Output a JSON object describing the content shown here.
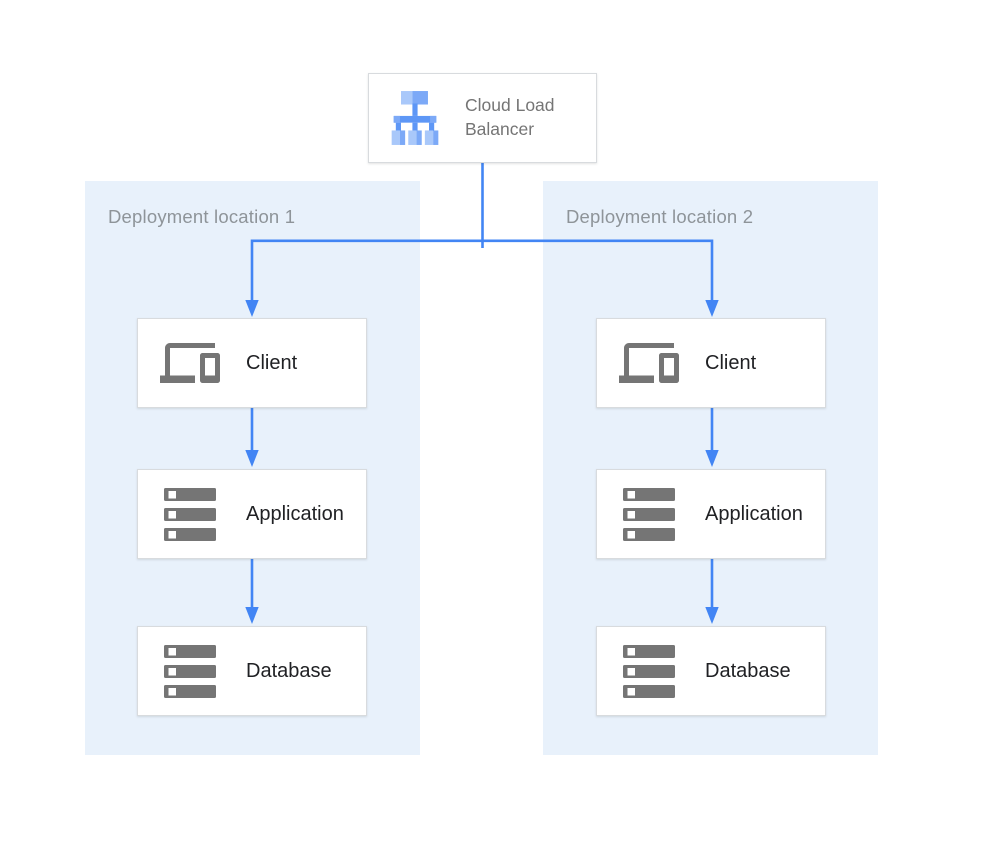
{
  "theme": {
    "zone_bg": "#E8F1FB",
    "arrow_blue": "#4285F4",
    "node_border": "#D8DBDE",
    "node_label_color": "#202124",
    "lb_label_color": "#757575",
    "zone_label_color": "#8E9499",
    "icon_gray": "#757575",
    "lb_icon_light": "#A9C8FA",
    "lb_icon_mid": "#7CA9F7",
    "lb_icon_dark": "#5E97F6"
  },
  "load_balancer": {
    "label": "Cloud Load Balancer",
    "icon": "load-balancer-icon"
  },
  "zones": [
    {
      "label": "Deployment location 1",
      "nodes": [
        {
          "label": "Client",
          "icon": "devices-icon"
        },
        {
          "label": "Application",
          "icon": "server-stack-icon"
        },
        {
          "label": "Database",
          "icon": "server-stack-icon"
        }
      ]
    },
    {
      "label": "Deployment location 2",
      "nodes": [
        {
          "label": "Client",
          "icon": "devices-icon"
        },
        {
          "label": "Application",
          "icon": "server-stack-icon"
        },
        {
          "label": "Database",
          "icon": "server-stack-icon"
        }
      ]
    }
  ],
  "edges": [
    {
      "from": "cloud-load-balancer",
      "to": "client-1"
    },
    {
      "from": "cloud-load-balancer",
      "to": "client-2"
    },
    {
      "from": "client-1",
      "to": "application-1"
    },
    {
      "from": "application-1",
      "to": "database-1"
    },
    {
      "from": "client-2",
      "to": "application-2"
    },
    {
      "from": "application-2",
      "to": "database-2"
    }
  ]
}
